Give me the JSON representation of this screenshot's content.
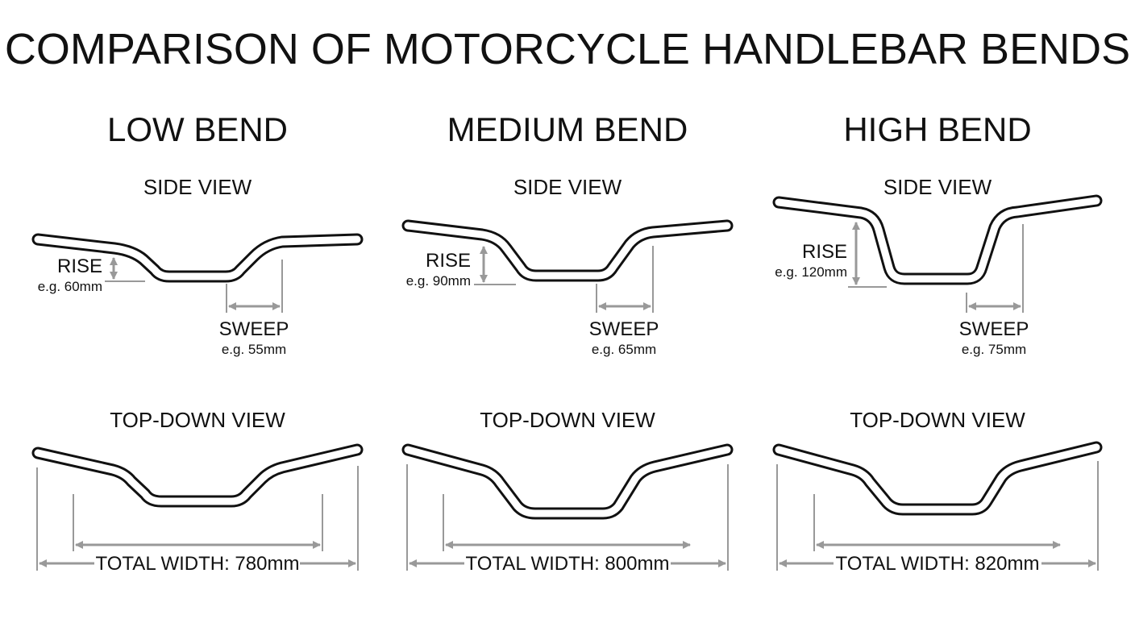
{
  "title": "COMPARISON OF MOTORCYCLE HANDLEBAR BENDS",
  "colors": {
    "bar_stroke": "#111111",
    "bar_fill": "#ffffff",
    "dimension": "#999999"
  },
  "columns": [
    {
      "name": "LOW BEND",
      "side_view_label": "SIDE VIEW",
      "rise_label": "RISE",
      "rise_example": "e.g. 60mm",
      "sweep_label": "SWEEP",
      "sweep_example": "e.g. 55mm",
      "top_view_label": "TOP-DOWN VIEW",
      "total_width_label": "TOTAL WIDTH: 780mm"
    },
    {
      "name": "MEDIUM BEND",
      "side_view_label": "SIDE VIEW",
      "rise_label": "RISE",
      "rise_example": "e.g. 90mm",
      "sweep_label": "SWEEP",
      "sweep_example": "e.g. 65mm",
      "top_view_label": "TOP-DOWN VIEW",
      "total_width_label": "TOTAL WIDTH: 800mm"
    },
    {
      "name": "HIGH BEND",
      "side_view_label": "SIDE VIEW",
      "rise_label": "RISE",
      "rise_example": "e.g. 120mm",
      "sweep_label": "SWEEP",
      "sweep_example": "e.g. 75mm",
      "top_view_label": "TOP-DOWN VIEW",
      "total_width_label": "TOTAL WIDTH: 820mm"
    }
  ]
}
